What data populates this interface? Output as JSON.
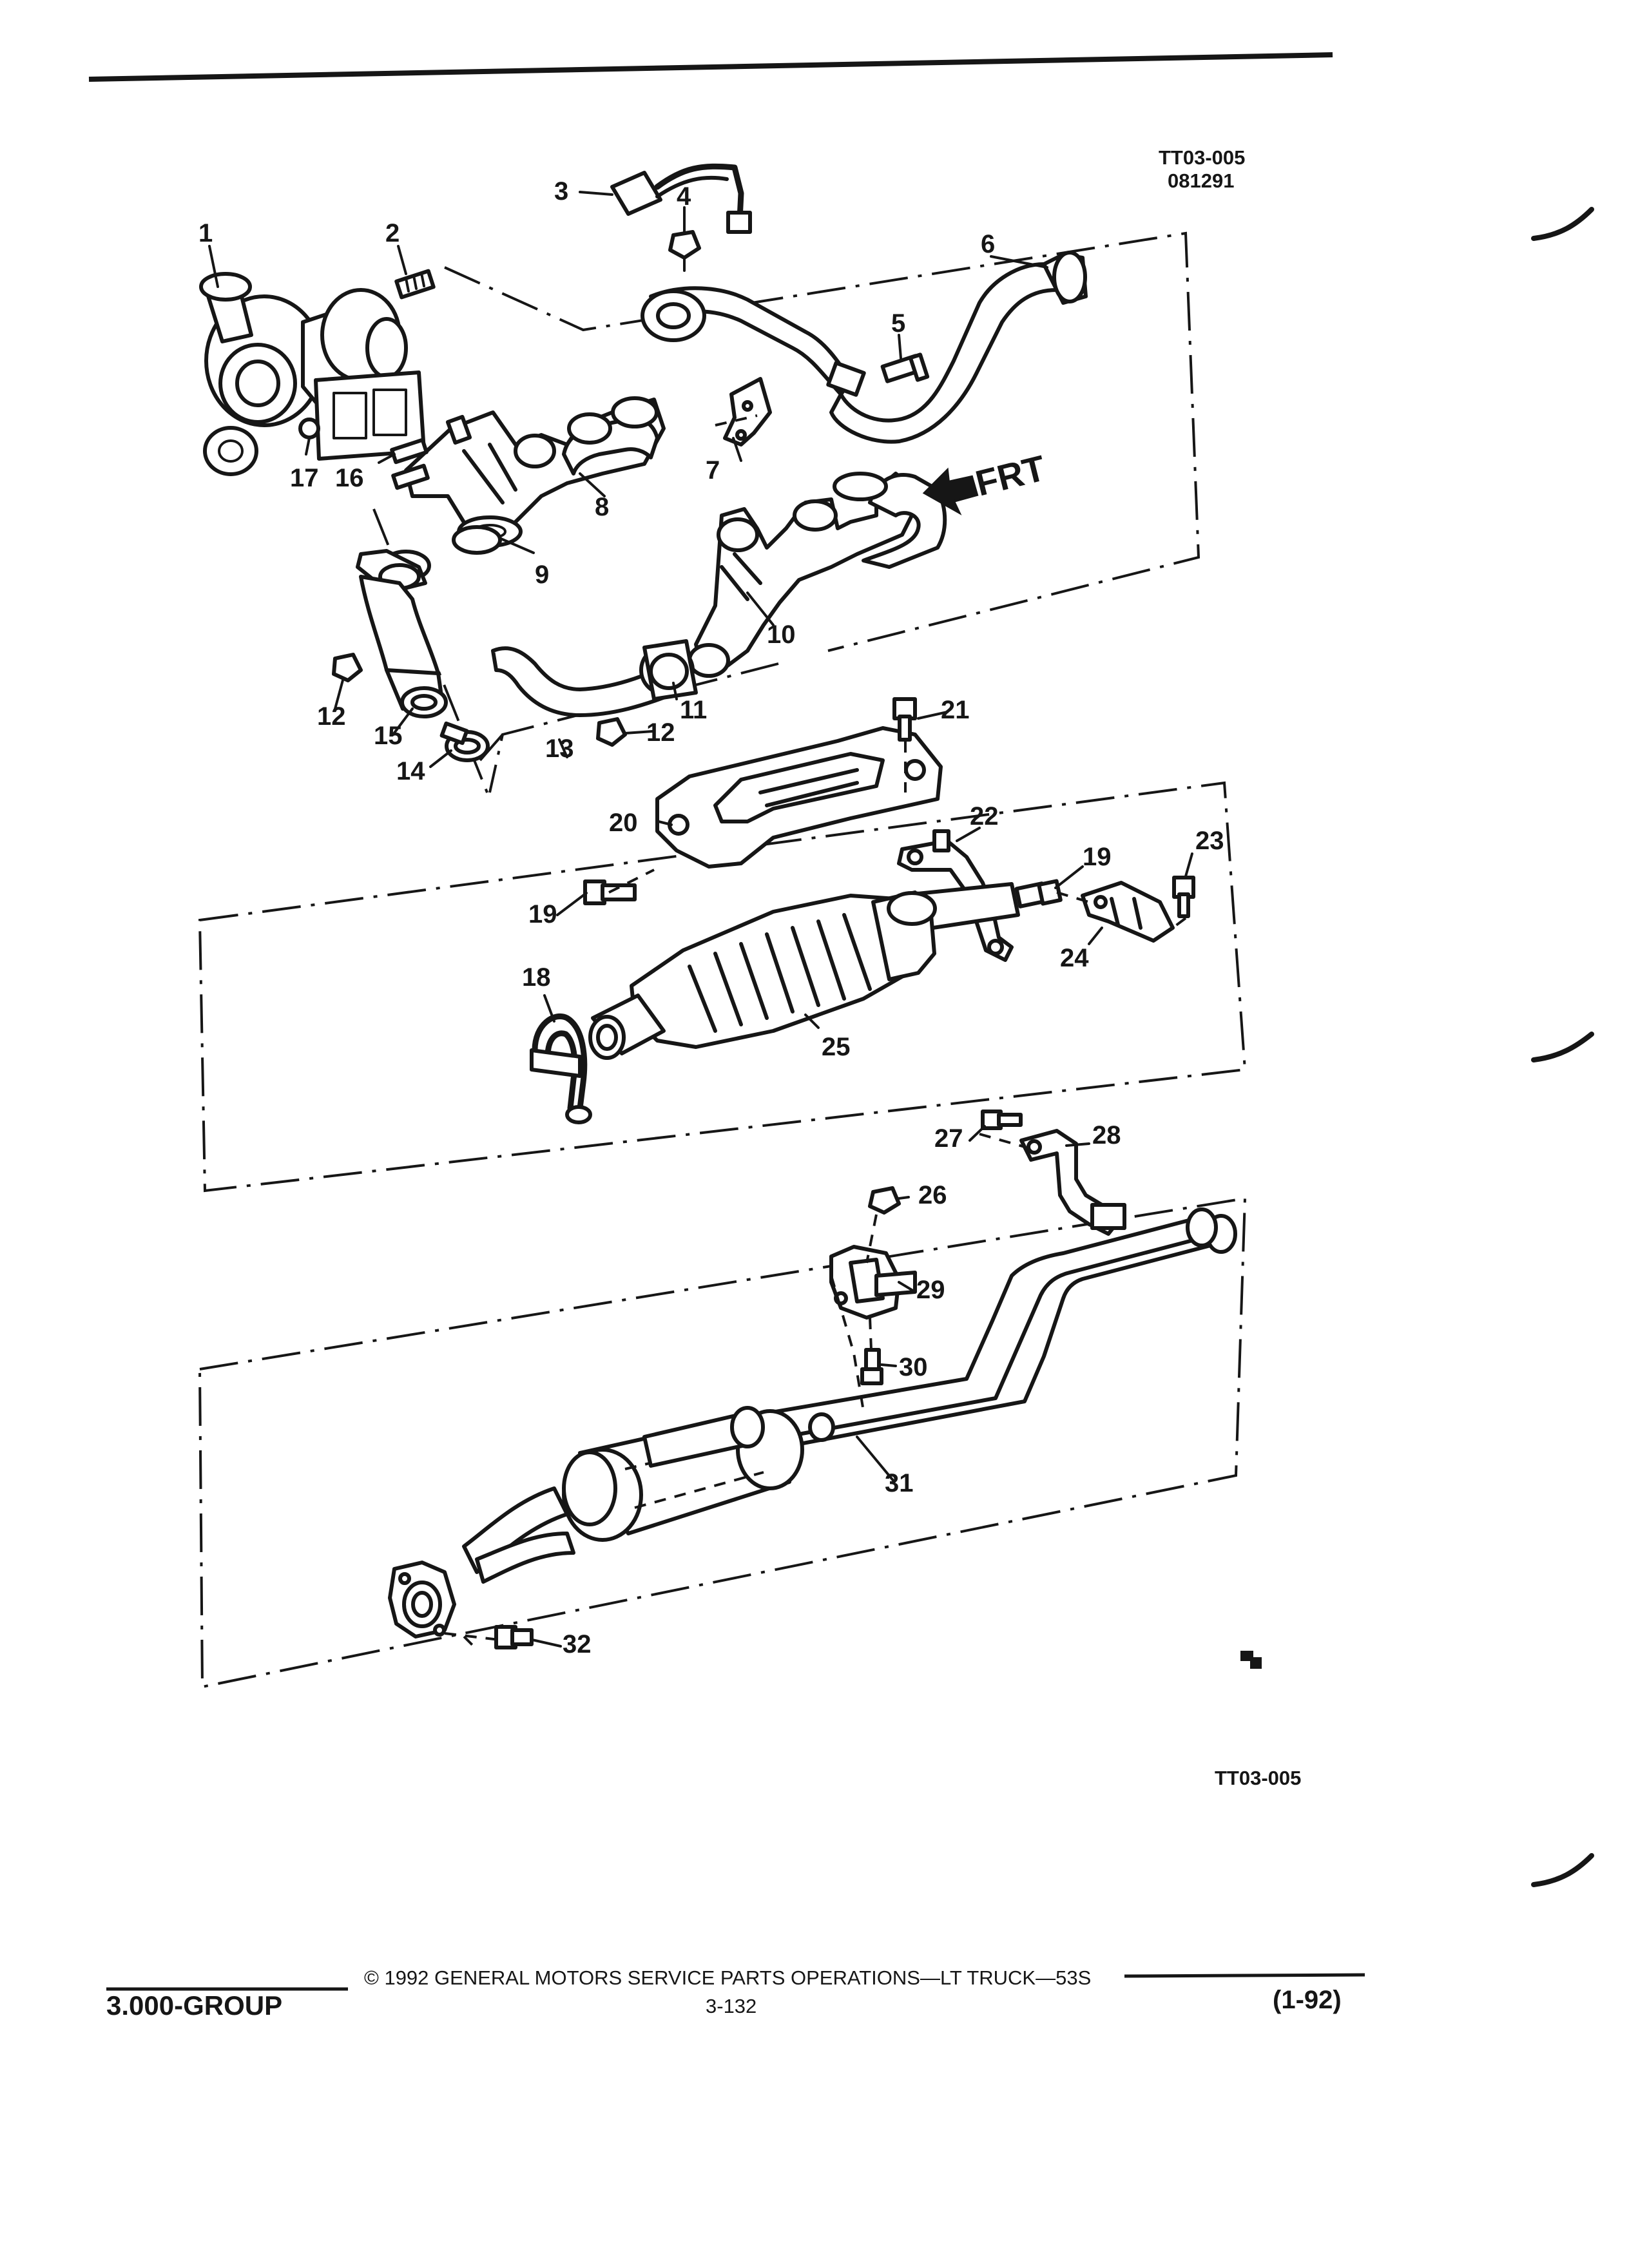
{
  "figure": {
    "code": "TT03-005",
    "date_code": "081291",
    "bottom_code": "TT03-005",
    "front_marker": "FRT",
    "callouts": [
      "1",
      "2",
      "3",
      "4",
      "5",
      "6",
      "7",
      "8",
      "9",
      "10",
      "11",
      "12",
      "12",
      "13",
      "14",
      "15",
      "16",
      "17",
      "18",
      "19",
      "19",
      "20",
      "21",
      "22",
      "23",
      "24",
      "25",
      "26",
      "27",
      "28",
      "29",
      "30",
      "31",
      "32"
    ]
  },
  "footer": {
    "publisher_line": "©  1992  GENERAL MOTORS SERVICE PARTS OPERATIONS—LT TRUCK—53S",
    "page_number": "3-132",
    "group": "3.000-GROUP",
    "revision": "(1-92)"
  },
  "colors": {
    "ink": "#161616",
    "paper": "#ffffff"
  }
}
